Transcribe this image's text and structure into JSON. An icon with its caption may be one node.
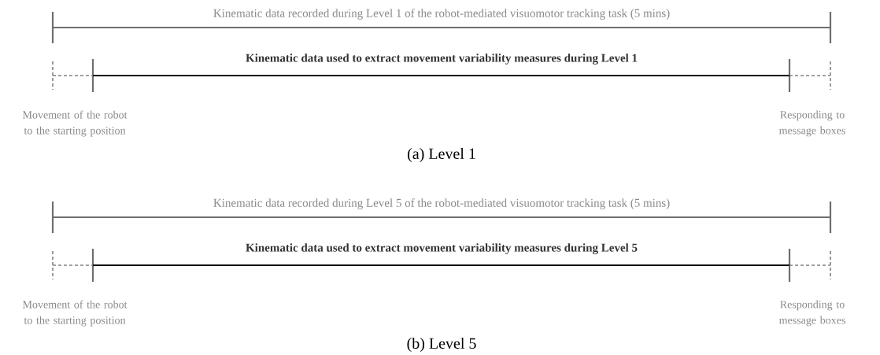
{
  "diagram": {
    "labels": [
      "Kinematic data recorded during Level 1 of the robot-mediated visuomotor tracking task (5 mins)",
      "Kinematic data used to extract movement variability measures during Level 1",
      "Movement of the robot to the starting position",
      "Responding to message boxes",
      "(a) Level 1",
      "Kinematic data recorded during Level 5 of the robot-mediated visuomotor tracking task (5 mins)",
      "Kinematic data used to extract movement variability measures during Level 5",
      "Movement of the robot to the starting position",
      "Responding to message boxes",
      "(b) Level 5"
    ]
  }
}
